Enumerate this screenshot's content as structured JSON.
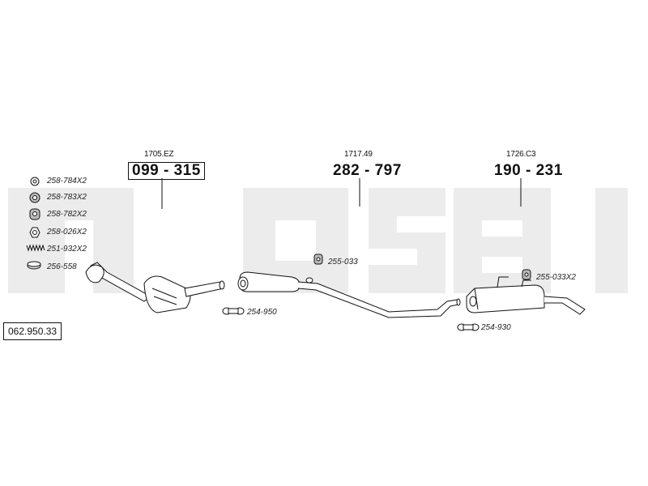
{
  "diagram": {
    "assembly_number": "062.950.33",
    "sections": [
      {
        "ref": "1705.EZ",
        "code": "099 - 315"
      },
      {
        "ref": "1717.49",
        "code": "282 - 797"
      },
      {
        "ref": "1726.C3",
        "code": "190 - 231"
      }
    ],
    "legend_parts": [
      {
        "code": "258-784X2",
        "icon": "ring-icon"
      },
      {
        "code": "258-783X2",
        "icon": "ring-icon"
      },
      {
        "code": "258-782X2",
        "icon": "hanger-icon"
      },
      {
        "code": "258-026X2",
        "icon": "nut-icon"
      },
      {
        "code": "251-932X2",
        "icon": "spring-icon"
      },
      {
        "code": "256-558",
        "icon": "gasket-icon"
      }
    ],
    "callouts": [
      {
        "code": "255-033",
        "icon": "rubber-mount-icon"
      },
      {
        "code": "254-950",
        "icon": "clamp-icon"
      },
      {
        "code": "255-033X2",
        "icon": "rubber-mount-icon"
      },
      {
        "code": "254-930",
        "icon": "clamp-icon"
      }
    ],
    "colors": {
      "watermark": "#ececec",
      "line": "#111111",
      "shade": "#bdbdbd"
    }
  }
}
